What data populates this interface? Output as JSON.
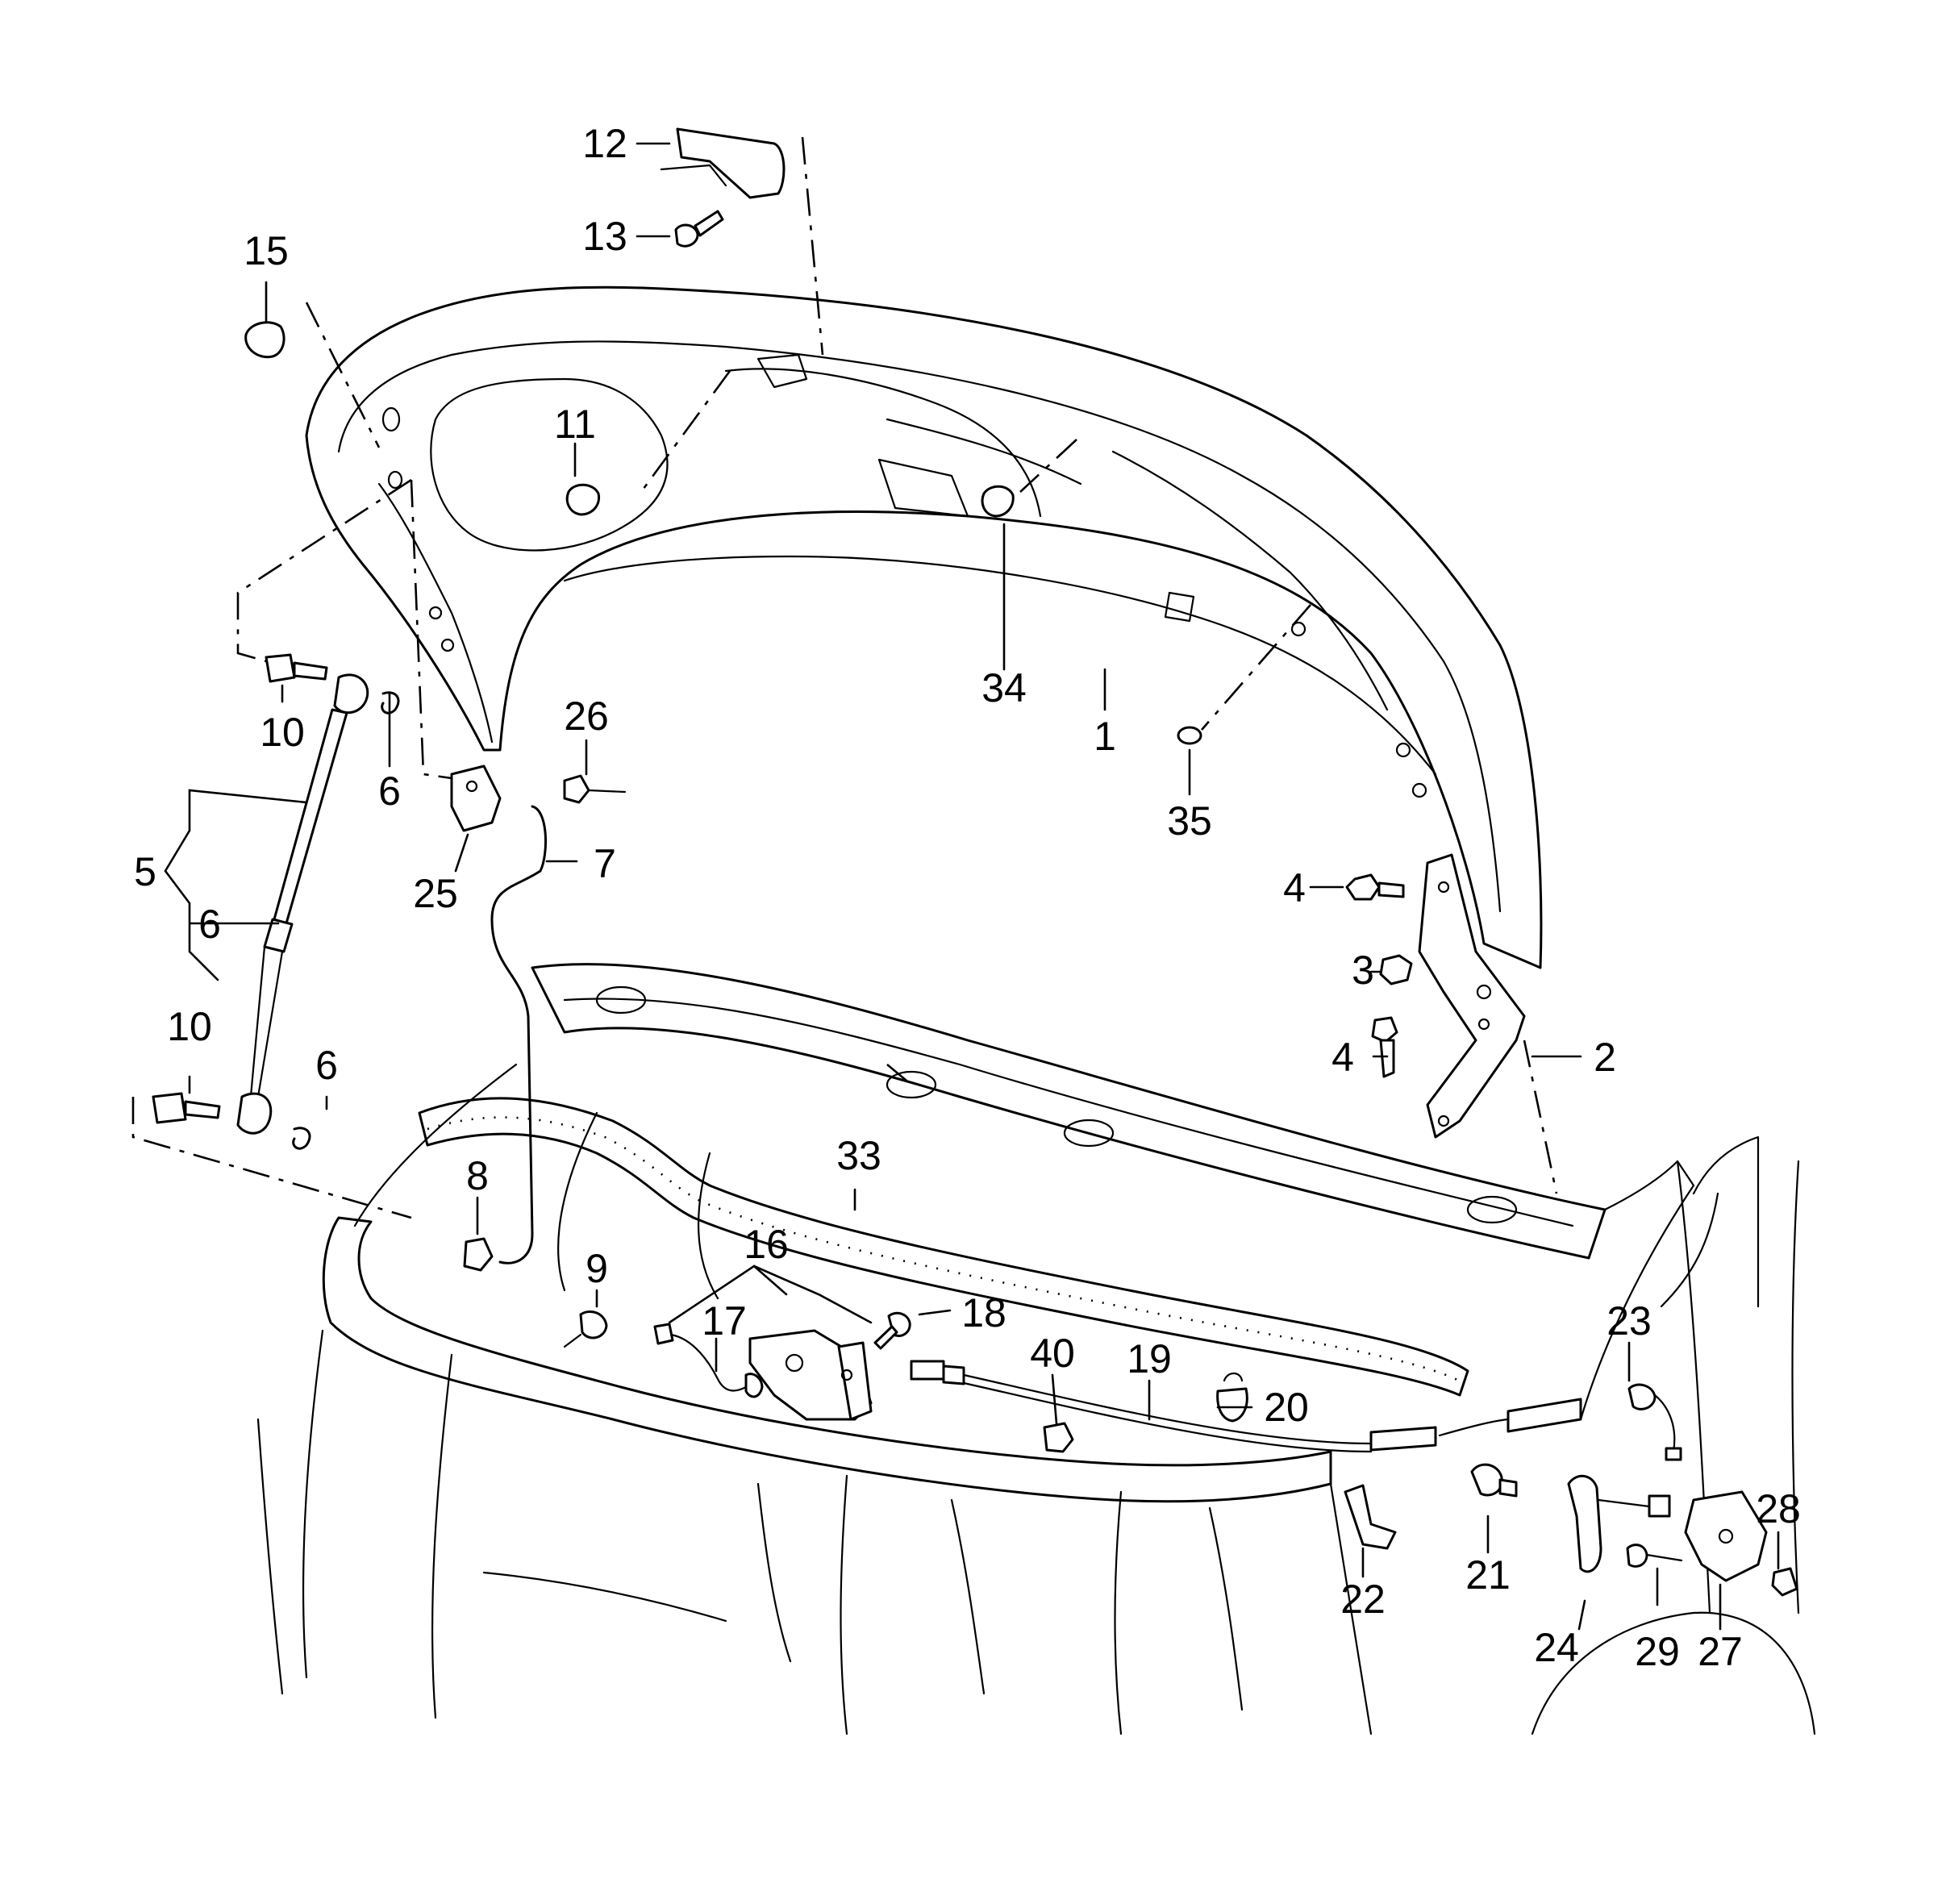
{
  "diagram": {
    "callouts": [
      {
        "id": "1",
        "text": "1"
      },
      {
        "id": "2",
        "text": "2"
      },
      {
        "id": "3",
        "text": "3"
      },
      {
        "id": "4a",
        "text": "4"
      },
      {
        "id": "4b",
        "text": "4"
      },
      {
        "id": "5",
        "text": "5"
      },
      {
        "id": "6a",
        "text": "6"
      },
      {
        "id": "6b",
        "text": "6"
      },
      {
        "id": "6c",
        "text": "6"
      },
      {
        "id": "7",
        "text": "7"
      },
      {
        "id": "8",
        "text": "8"
      },
      {
        "id": "9",
        "text": "9"
      },
      {
        "id": "10a",
        "text": "10"
      },
      {
        "id": "10b",
        "text": "10"
      },
      {
        "id": "11",
        "text": "11"
      },
      {
        "id": "12",
        "text": "12"
      },
      {
        "id": "13",
        "text": "13"
      },
      {
        "id": "15",
        "text": "15"
      },
      {
        "id": "16",
        "text": "16"
      },
      {
        "id": "17",
        "text": "17"
      },
      {
        "id": "18",
        "text": "18"
      },
      {
        "id": "19",
        "text": "19"
      },
      {
        "id": "20",
        "text": "20"
      },
      {
        "id": "21",
        "text": "21"
      },
      {
        "id": "22",
        "text": "22"
      },
      {
        "id": "23",
        "text": "23"
      },
      {
        "id": "24",
        "text": "24"
      },
      {
        "id": "25",
        "text": "25"
      },
      {
        "id": "26",
        "text": "26"
      },
      {
        "id": "27",
        "text": "27"
      },
      {
        "id": "28",
        "text": "28"
      },
      {
        "id": "29",
        "text": "29"
      },
      {
        "id": "33",
        "text": "33"
      },
      {
        "id": "34",
        "text": "34"
      },
      {
        "id": "35",
        "text": "35"
      },
      {
        "id": "40",
        "text": "40"
      }
    ]
  }
}
